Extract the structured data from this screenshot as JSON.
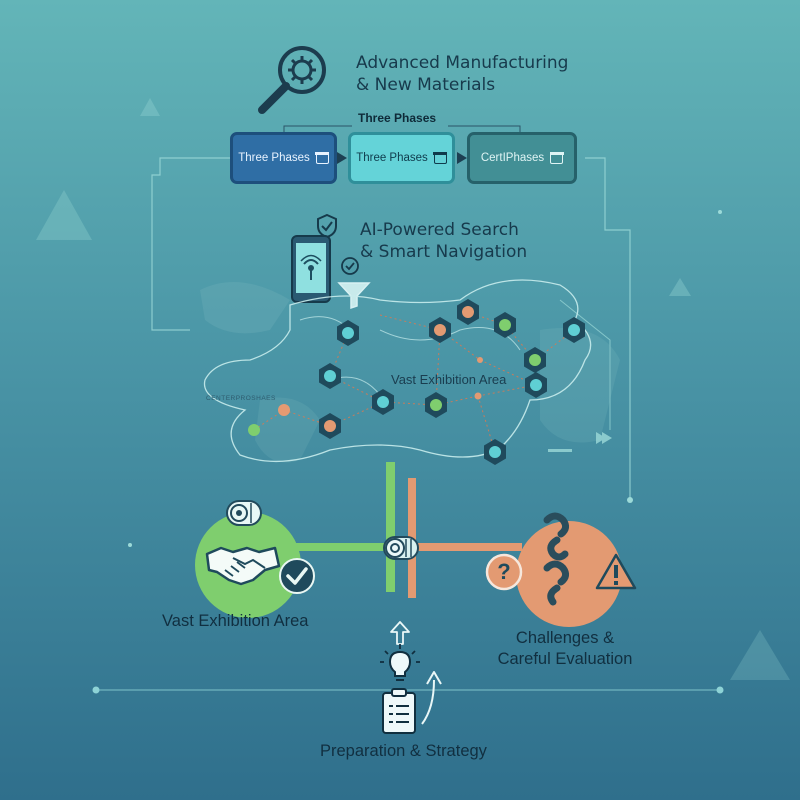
{
  "top": {
    "title_line1": "Advanced Manufacturing",
    "title_line2": "& New Materials"
  },
  "phases": {
    "header": "Three Phases",
    "items": [
      {
        "label": "Three Phases"
      },
      {
        "label": "Three Phases"
      },
      {
        "label": "CertIPhases"
      }
    ]
  },
  "ai_search": {
    "title_line1": "AI-Powered Search",
    "title_line2": "& Smart Navigation"
  },
  "map": {
    "center_label": "Vast Exhibition Area",
    "small_label": "CENTERPROSHAES"
  },
  "left_node": {
    "label": "Vast Exhibition Area"
  },
  "right_node": {
    "label_line1": "Challenges &",
    "label_line2": "Careful Evaluation"
  },
  "bottom": {
    "label": "Preparation & Strategy"
  },
  "colors": {
    "accent_green": "#7fce6e",
    "accent_orange": "#e39a72",
    "node_teal": "#5fcfd4",
    "phase1": "#2e6aa0",
    "phase2": "#5fd2d6",
    "phase3": "#3f8d92"
  },
  "icons": [
    "magnifier-gear-icon",
    "calendar-icon",
    "shield-check-icon",
    "smartphone-signal-icon",
    "funnel-icon",
    "handshake-icon",
    "check-circle-icon",
    "gear-roll-icon",
    "chain-links-icon",
    "question-icon",
    "warning-icon",
    "lightbulb-icon",
    "clipboard-icon",
    "arrow-up-icon"
  ]
}
